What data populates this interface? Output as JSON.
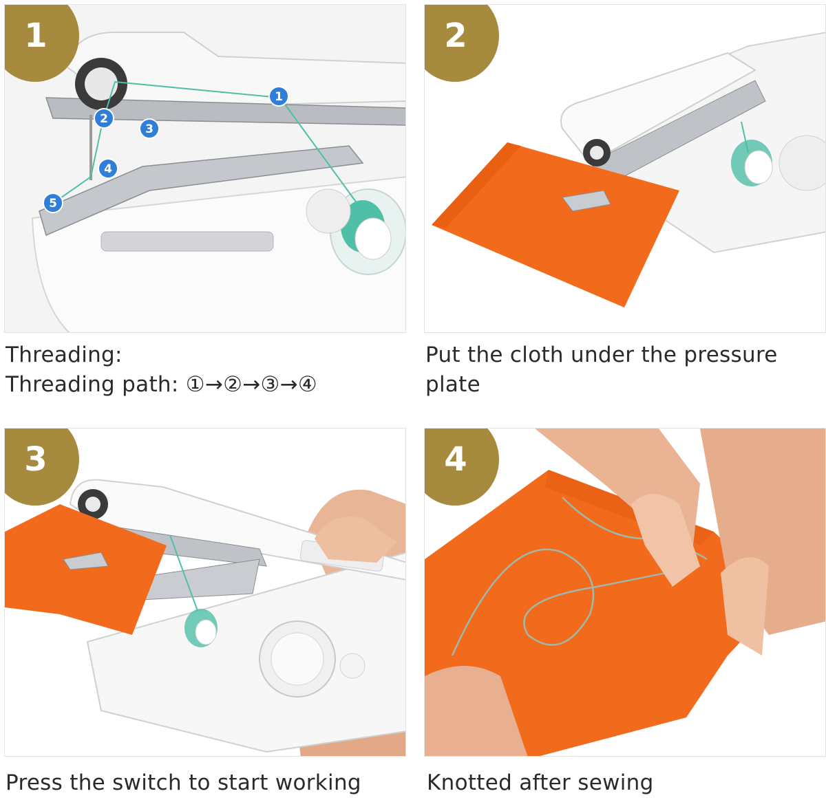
{
  "steps": [
    {
      "number": "1",
      "caption_line1": "Threading:",
      "caption_line2": "Threading path: ①→②→③→④"
    },
    {
      "number": "2",
      "caption_line1": "Put the cloth under the pressure",
      "caption_line2": "plate"
    },
    {
      "number": "3",
      "caption_line1": "Press the switch to start working"
    },
    {
      "number": "4",
      "caption_line1": "Knotted after sewing"
    }
  ],
  "thread_markers": [
    "1",
    "2",
    "3",
    "4",
    "5"
  ],
  "colors": {
    "badge": "#a68a3e",
    "marker": "#2f7fd8",
    "cloth": "#f26a1b",
    "thread": "#4fbfa8",
    "machine": "#f3f3f3"
  }
}
